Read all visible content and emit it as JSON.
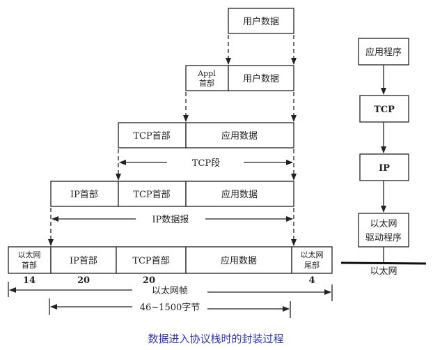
{
  "caption": "数据进入协议栈时的封装过程",
  "layers": {
    "user": {
      "data": "用户数据"
    },
    "app": {
      "header_line1": "Appl",
      "header_line2": "首部",
      "data": "用户数据"
    },
    "tcp": {
      "header": "TCP首部",
      "data": "应用数据",
      "span_label": "TCP段"
    },
    "ip": {
      "header": "IP首部",
      "tcp_header": "TCP首部",
      "data": "应用数据",
      "span_label": "IP数据报"
    },
    "ethernet": {
      "header_line1": "以太网",
      "header_line2": "首部",
      "ip_header": "IP首部",
      "tcp_header": "TCP首部",
      "data": "应用数据",
      "trailer_line1": "以太网",
      "trailer_line2": "尾部",
      "sizes": {
        "header": "14",
        "ip": "20",
        "tcp": "20",
        "trailer": "4"
      },
      "frame_label": "以太网帧",
      "payload_label": "46~1500字节"
    }
  },
  "stack": {
    "items": [
      "应用程序",
      "TCP",
      "IP"
    ],
    "driver_line1": "以太网",
    "driver_line2": "驱动程序",
    "network": "以太网"
  }
}
